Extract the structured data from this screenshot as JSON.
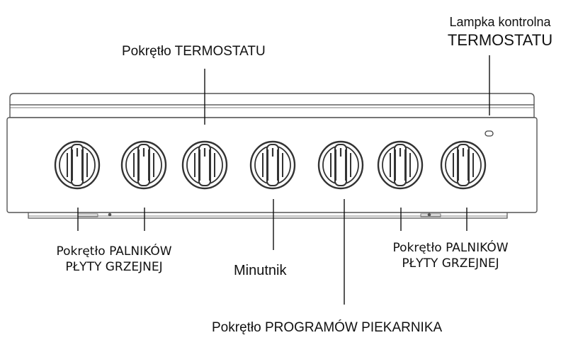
{
  "labels": {
    "thermostat_knob": "Pokrętło TERMOSTATU",
    "indicator_lamp_line1": "Lampka kontrolna",
    "indicator_lamp_line2": "TERMOSTATU",
    "burner_knobs_left_line1": "Pokrętło PALNIKÓW",
    "burner_knobs_left_line2": "PŁYTY GRZEJNEJ",
    "timer": "Minutnik",
    "burner_knobs_right_line1": "Pokrętło PALNIKÓW",
    "burner_knobs_right_line2": "PŁYTY GRZEJNEJ",
    "oven_program_knob": "Pokrętło PROGRAMÓW PIEKARNIKA"
  }
}
